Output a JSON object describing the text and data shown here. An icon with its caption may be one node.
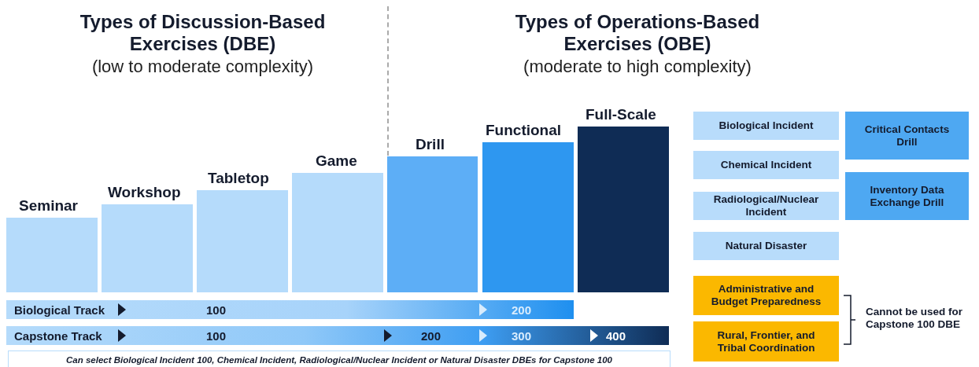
{
  "diagram": {
    "nodes": [
      {
        "text": [
          "Seminar"
        ]
      },
      {
        "text": [
          "Workshop"
        ]
      },
      {
        "text": [
          "Tabletop"
        ]
      },
      {
        "text": [
          "Game"
        ]
      },
      {
        "text": [
          "Drill"
        ]
      },
      {
        "text": [
          "Functional"
        ]
      },
      {
        "text": [
          "Full-Scale"
        ]
      },
      {
        "text": [
          "Biological Track",
          "100",
          "200"
        ]
      },
      {
        "text": [
          "Capstone Track",
          "100",
          "200",
          "300",
          "400"
        ]
      },
      {
        "text": [
          "Can select Biological Incident 100, Chemical Incident, Radiological/Nuclear Incident or Natural Disaster DBEs for Capstone 100"
        ]
      },
      {
        "text": [
          "Biological Incident"
        ]
      },
      {
        "text": [
          "Chemical Incident"
        ]
      },
      {
        "text": [
          "Radiological/Nuclear Incident"
        ]
      },
      {
        "text": [
          "Natural Disaster"
        ]
      },
      {
        "text": [
          "Critical Contacts Drill"
        ]
      },
      {
        "text": [
          "Inventory Data Exchange Drill"
        ]
      },
      {
        "text": [
          "Administrative and Budget Preparedness"
        ]
      },
      {
        "text": [
          "Rural, Frontier, and Tribal Coordination"
        ]
      }
    ],
    "labels": [
      "Types of Discussion-Based Exercises (DBE)",
      "(low to moderate complexity)",
      "Types of Operations-Based Exercises (OBE)",
      "(moderate to high complexity)",
      "Cannot be used for Capstone 100 DBE"
    ]
  }
}
